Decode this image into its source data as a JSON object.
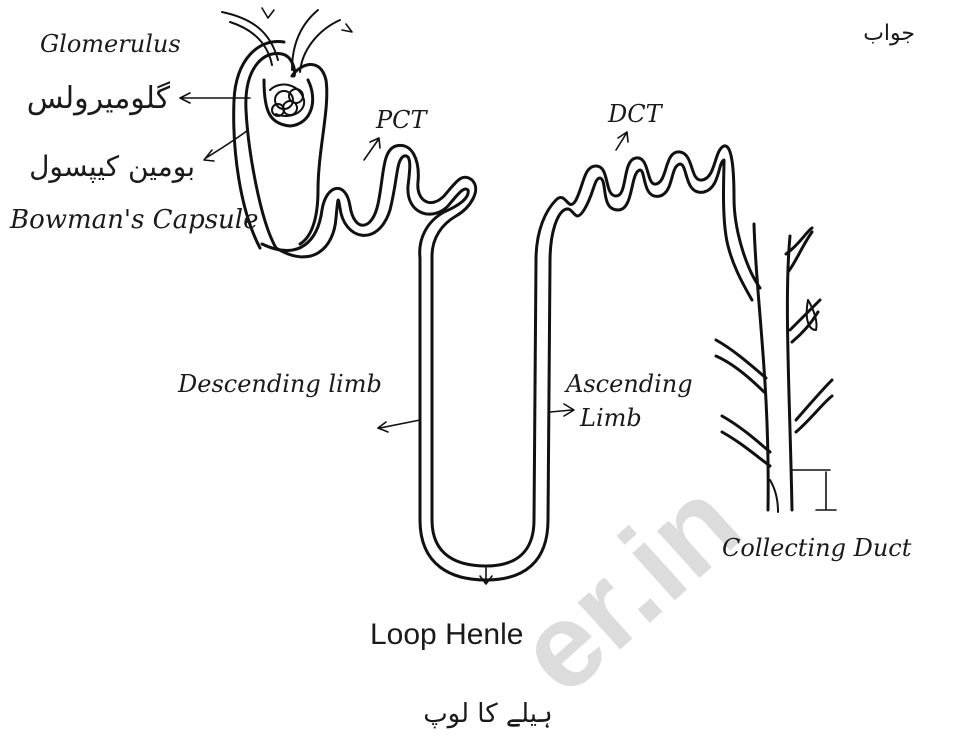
{
  "labels": {
    "answer_urdu": "جواب",
    "glomerulus_en": "Glomerulus",
    "glomerulus_ur": "گلومیرولس",
    "bowman_ur": "بومین کیپسول",
    "bowman_en": "Bowman's Capsule",
    "pct": "PCT",
    "dct": "DCT",
    "descending": "Descending limb",
    "ascending_1": "Ascending",
    "ascending_2": "Limb",
    "collecting": "Collecting Duct",
    "loop_en": "Loop Henle",
    "loop_ur": "ہیلے کا لوپ"
  },
  "watermark": "er.in",
  "colors": {
    "ink": "#111111",
    "watermark": "#d9d9d9"
  }
}
